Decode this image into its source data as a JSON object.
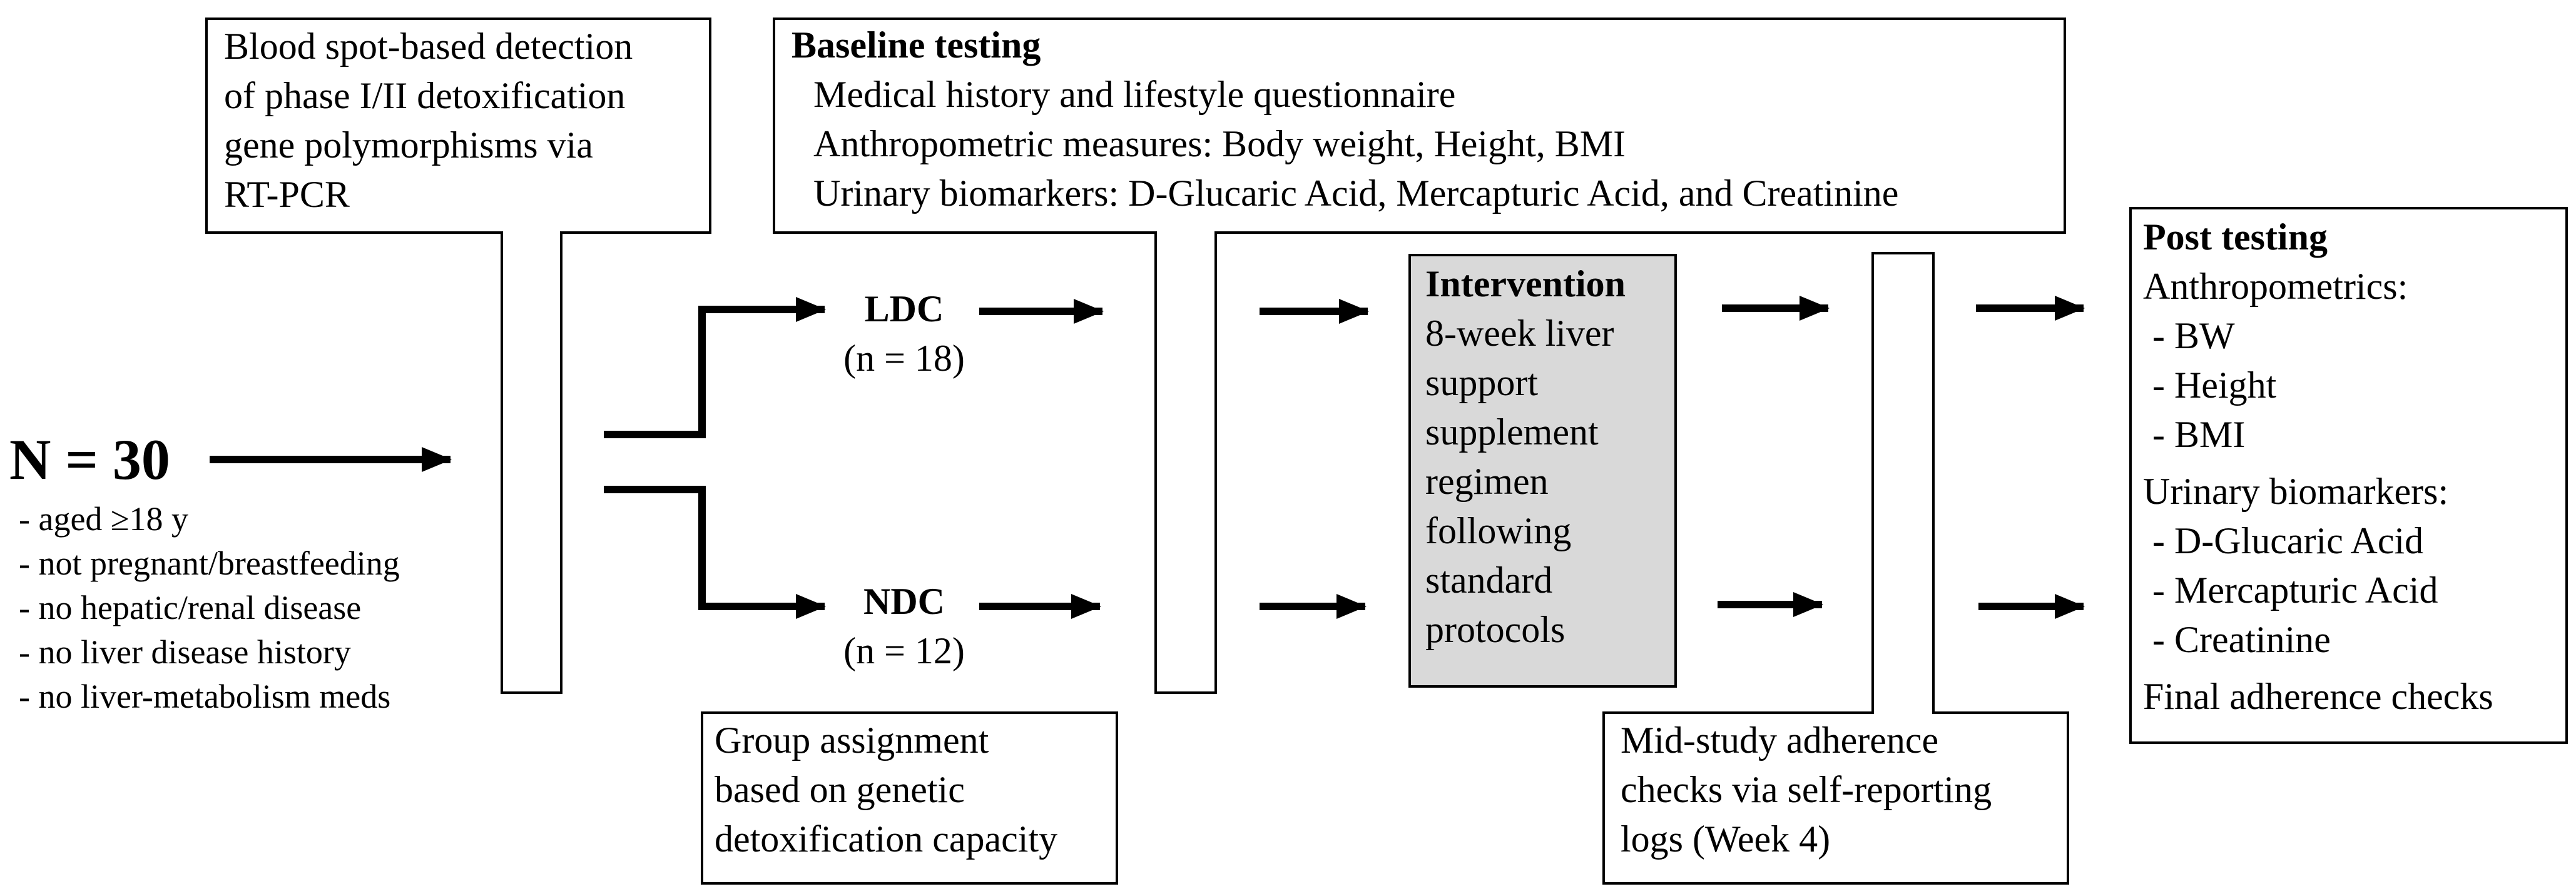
{
  "population": {
    "total": "N = 30",
    "criteria": [
      "- aged ≥18 y",
      "- not pregnant/breastfeeding",
      "- no hepatic/renal disease",
      "- no liver disease history",
      "- no liver-metabolism meds"
    ]
  },
  "genotyping": {
    "lines": [
      "Blood spot-based detection",
      "of phase I/II detoxification",
      "gene polymorphisms via",
      "RT-PCR"
    ]
  },
  "groups": {
    "ldc": {
      "label": "LDC",
      "n": "(n = 18)"
    },
    "ndc": {
      "label": "NDC",
      "n": "(n = 12)"
    }
  },
  "assignment": {
    "lines": [
      "Group assignment",
      "based on genetic",
      "detoxification capacity"
    ]
  },
  "baseline": {
    "title": "Baseline testing",
    "lines": [
      "Medical history and lifestyle questionnaire",
      "Anthropometric measures: Body weight, Height, BMI",
      "Urinary biomarkers: D-Glucaric Acid, Mercapturic Acid, and Creatinine"
    ]
  },
  "intervention": {
    "title": "Intervention",
    "lines": [
      "8-week liver",
      "support",
      "supplement",
      "regimen",
      "following",
      "standard",
      "protocols"
    ],
    "fill_color": "#d9d9d9"
  },
  "midstudy": {
    "lines": [
      "Mid-study adherence",
      "checks via self-reporting",
      "logs (Week 4)"
    ]
  },
  "post": {
    "title": "Post testing",
    "anthro_heading": "Anthropometrics:",
    "anthro_items": [
      " - BW",
      " - Height",
      " - BMI"
    ],
    "urinary_heading": "Urinary biomarkers:",
    "urinary_items": [
      " - D-Glucaric Acid",
      " - Mercapturic Acid",
      " - Creatinine"
    ],
    "final": "Final adherence checks"
  }
}
